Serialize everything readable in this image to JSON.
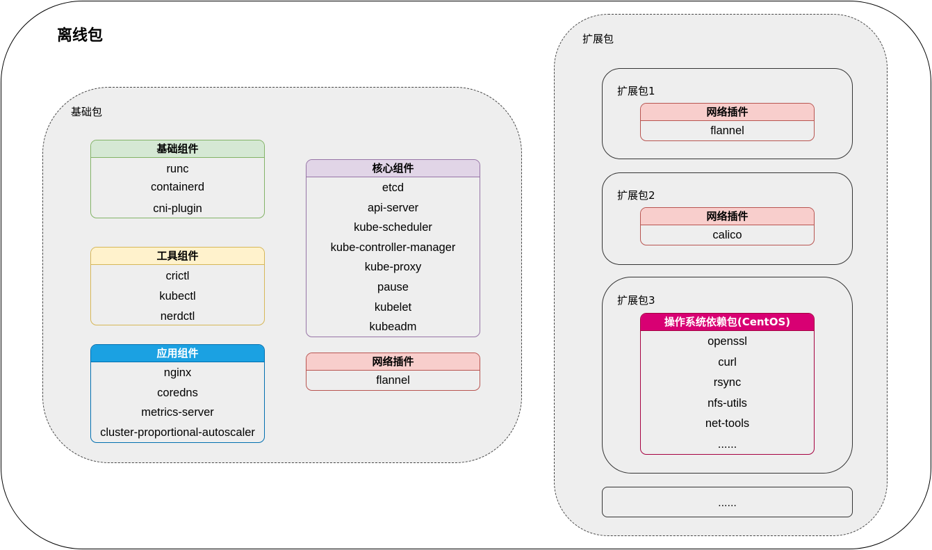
{
  "title": "离线包",
  "base_group": {
    "label": "基础包",
    "cards": {
      "basic": {
        "header": "基础组件",
        "color": "#d5e8d4",
        "items": [
          "runc",
          "containerd",
          "cni-plugin"
        ]
      },
      "tool": {
        "header": "工具组件",
        "color": "#fff2cc",
        "items": [
          "crictl",
          "kubectl",
          "nerdctl"
        ]
      },
      "app": {
        "header": "应用组件",
        "color": "#1ba1e2",
        "items": [
          "nginx",
          "coredns",
          "metrics-server",
          "cluster-proportional-autoscaler"
        ]
      },
      "core": {
        "header": "核心组件",
        "color": "#e1d5e7",
        "items": [
          "etcd",
          "api-server",
          "kube-scheduler",
          "kube-controller-manager",
          "kube-proxy",
          "pause",
          "kubelet",
          "kubeadm"
        ]
      },
      "network": {
        "header": "网络插件",
        "color": "#f8cecc",
        "items": [
          "flannel"
        ]
      }
    }
  },
  "ext_group": {
    "label": "扩展包",
    "packages": [
      {
        "label": "扩展包1",
        "card": {
          "header": "网络插件",
          "color": "#f8cecc",
          "items": [
            "flannel"
          ]
        }
      },
      {
        "label": "扩展包2",
        "card": {
          "header": "网络插件",
          "color": "#f8cecc",
          "items": [
            "calico"
          ]
        }
      },
      {
        "label": "扩展包3",
        "card": {
          "header": "操作系统依赖包(CentOS)",
          "color": "#d80073",
          "items": [
            "openssl",
            "curl",
            "rsync",
            "nfs-utils",
            "net-tools",
            "......"
          ]
        }
      }
    ],
    "more": "......"
  }
}
